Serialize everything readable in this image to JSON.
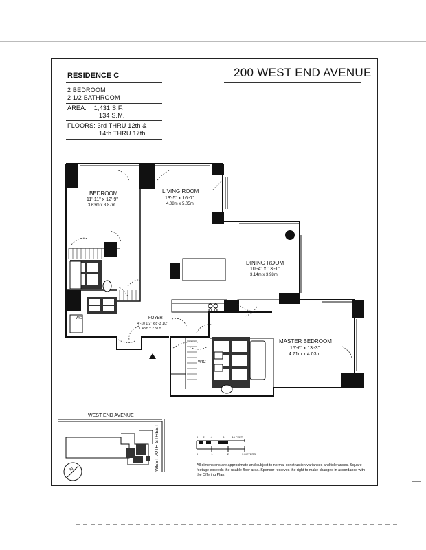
{
  "header": {
    "residence": "RESIDENCE C",
    "address": "200 WEST END AVENUE",
    "bedrooms": "2 BEDROOM",
    "bathrooms": "2 1/2 BATHROOM",
    "area_label": "AREA:",
    "area_sf": "1,431 S.F.",
    "area_sm": "134 S.M.",
    "floors_line1": "FLOORS: 3rd THRU 12th &",
    "floors_line2": "14th THRU 17th"
  },
  "rooms": {
    "bedroom": {
      "name": "BEDROOM",
      "imperial": "11'-11\" x 12'-9\"",
      "metric": "3.63m x 3.87m"
    },
    "living": {
      "name": "LIVING ROOM",
      "imperial": "13'-5\" x 16'-7\"",
      "metric": "4.08m x 5.05m"
    },
    "dining": {
      "name": "DINING ROOM",
      "imperial": "10'-4\" x 13'-1\"",
      "metric": "3.14m x 3.98m"
    },
    "master": {
      "name": "MASTER BEDROOM",
      "imperial": "15'-6\" x 13'-3\"",
      "metric": "4.71m x 4.03m"
    },
    "foyer": {
      "name": "FOYER",
      "imperial": "4'-10 1/2\" x 8'-3 1/2\"",
      "metric": "1.48m x 2.51m"
    },
    "wic": {
      "name": "WIC"
    },
    "wd": {
      "name": "W/D"
    }
  },
  "keyplan": {
    "street_top": "WEST END AVENUE",
    "street_side": "WEST 70TH STREET",
    "north": "N"
  },
  "scale": {
    "feet_ticks": [
      "0",
      "2",
      "4",
      "8",
      "16 FEET"
    ],
    "meter_ticks": [
      "0",
      "1",
      "2",
      "3 METERS"
    ]
  },
  "disclaimer": "All dimensions are approximate and subject to normal construction variances and tolerances. Square footage exceeds the usable floor area. Sponsor reserves the right to make changes in accordance with the Offering Plan."
}
